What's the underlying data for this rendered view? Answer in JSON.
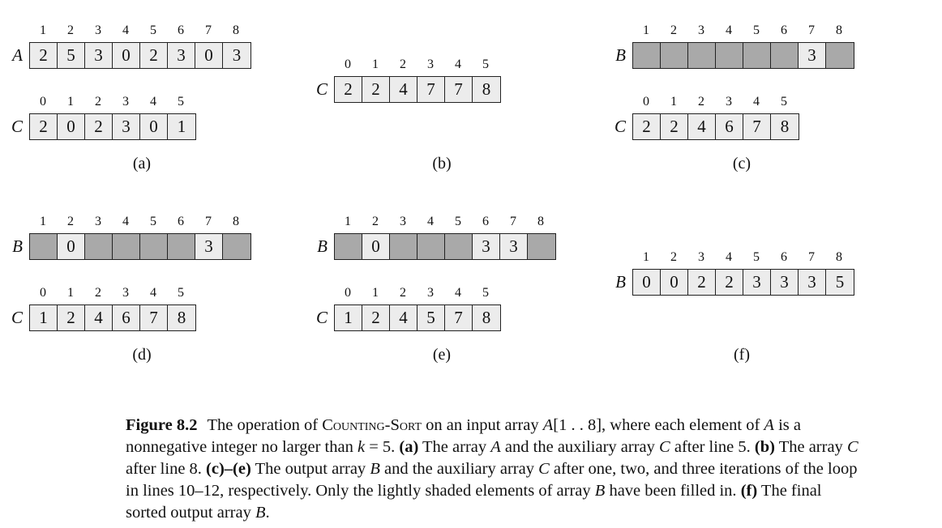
{
  "panels": [
    {
      "label": "(a)",
      "arrays": [
        {
          "name": "A",
          "indices": [
            "1",
            "2",
            "3",
            "4",
            "5",
            "6",
            "7",
            "8"
          ],
          "cells": [
            {
              "v": "2",
              "shade": "light"
            },
            {
              "v": "5",
              "shade": "light"
            },
            {
              "v": "3",
              "shade": "light"
            },
            {
              "v": "0",
              "shade": "light"
            },
            {
              "v": "2",
              "shade": "light"
            },
            {
              "v": "3",
              "shade": "light"
            },
            {
              "v": "0",
              "shade": "light"
            },
            {
              "v": "3",
              "shade": "light"
            }
          ]
        },
        {
          "name": "C",
          "indices": [
            "0",
            "1",
            "2",
            "3",
            "4",
            "5"
          ],
          "cells": [
            {
              "v": "2",
              "shade": "light"
            },
            {
              "v": "0",
              "shade": "light"
            },
            {
              "v": "2",
              "shade": "light"
            },
            {
              "v": "3",
              "shade": "light"
            },
            {
              "v": "0",
              "shade": "light"
            },
            {
              "v": "1",
              "shade": "light"
            }
          ]
        }
      ]
    },
    {
      "label": "(b)",
      "arrays": [
        {
          "name": "C",
          "indices": [
            "0",
            "1",
            "2",
            "3",
            "4",
            "5"
          ],
          "cells": [
            {
              "v": "2",
              "shade": "light"
            },
            {
              "v": "2",
              "shade": "light"
            },
            {
              "v": "4",
              "shade": "light"
            },
            {
              "v": "7",
              "shade": "light"
            },
            {
              "v": "7",
              "shade": "light"
            },
            {
              "v": "8",
              "shade": "light"
            }
          ]
        }
      ]
    },
    {
      "label": "(c)",
      "arrays": [
        {
          "name": "B",
          "indices": [
            "1",
            "2",
            "3",
            "4",
            "5",
            "6",
            "7",
            "8"
          ],
          "cells": [
            {
              "v": "",
              "shade": "dark"
            },
            {
              "v": "",
              "shade": "dark"
            },
            {
              "v": "",
              "shade": "dark"
            },
            {
              "v": "",
              "shade": "dark"
            },
            {
              "v": "",
              "shade": "dark"
            },
            {
              "v": "",
              "shade": "dark"
            },
            {
              "v": "3",
              "shade": "light"
            },
            {
              "v": "",
              "shade": "dark"
            }
          ]
        },
        {
          "name": "C",
          "indices": [
            "0",
            "1",
            "2",
            "3",
            "4",
            "5"
          ],
          "cells": [
            {
              "v": "2",
              "shade": "light"
            },
            {
              "v": "2",
              "shade": "light"
            },
            {
              "v": "4",
              "shade": "light"
            },
            {
              "v": "6",
              "shade": "light"
            },
            {
              "v": "7",
              "shade": "light"
            },
            {
              "v": "8",
              "shade": "light"
            }
          ]
        }
      ]
    },
    {
      "label": "(d)",
      "arrays": [
        {
          "name": "B",
          "indices": [
            "1",
            "2",
            "3",
            "4",
            "5",
            "6",
            "7",
            "8"
          ],
          "cells": [
            {
              "v": "",
              "shade": "dark"
            },
            {
              "v": "0",
              "shade": "light"
            },
            {
              "v": "",
              "shade": "dark"
            },
            {
              "v": "",
              "shade": "dark"
            },
            {
              "v": "",
              "shade": "dark"
            },
            {
              "v": "",
              "shade": "dark"
            },
            {
              "v": "3",
              "shade": "light"
            },
            {
              "v": "",
              "shade": "dark"
            }
          ]
        },
        {
          "name": "C",
          "indices": [
            "0",
            "1",
            "2",
            "3",
            "4",
            "5"
          ],
          "cells": [
            {
              "v": "1",
              "shade": "light"
            },
            {
              "v": "2",
              "shade": "light"
            },
            {
              "v": "4",
              "shade": "light"
            },
            {
              "v": "6",
              "shade": "light"
            },
            {
              "v": "7",
              "shade": "light"
            },
            {
              "v": "8",
              "shade": "light"
            }
          ]
        }
      ]
    },
    {
      "label": "(e)",
      "arrays": [
        {
          "name": "B",
          "indices": [
            "1",
            "2",
            "3",
            "4",
            "5",
            "6",
            "7",
            "8"
          ],
          "cells": [
            {
              "v": "",
              "shade": "dark"
            },
            {
              "v": "0",
              "shade": "light"
            },
            {
              "v": "",
              "shade": "dark"
            },
            {
              "v": "",
              "shade": "dark"
            },
            {
              "v": "",
              "shade": "dark"
            },
            {
              "v": "3",
              "shade": "light"
            },
            {
              "v": "3",
              "shade": "light"
            },
            {
              "v": "",
              "shade": "dark"
            }
          ]
        },
        {
          "name": "C",
          "indices": [
            "0",
            "1",
            "2",
            "3",
            "4",
            "5"
          ],
          "cells": [
            {
              "v": "1",
              "shade": "light"
            },
            {
              "v": "2",
              "shade": "light"
            },
            {
              "v": "4",
              "shade": "light"
            },
            {
              "v": "5",
              "shade": "light"
            },
            {
              "v": "7",
              "shade": "light"
            },
            {
              "v": "8",
              "shade": "light"
            }
          ]
        }
      ]
    },
    {
      "label": "(f)",
      "arrays": [
        {
          "name": "B",
          "indices": [
            "1",
            "2",
            "3",
            "4",
            "5",
            "6",
            "7",
            "8"
          ],
          "cells": [
            {
              "v": "0",
              "shade": "light"
            },
            {
              "v": "0",
              "shade": "light"
            },
            {
              "v": "2",
              "shade": "light"
            },
            {
              "v": "2",
              "shade": "light"
            },
            {
              "v": "3",
              "shade": "light"
            },
            {
              "v": "3",
              "shade": "light"
            },
            {
              "v": "3",
              "shade": "light"
            },
            {
              "v": "5",
              "shade": "light"
            }
          ]
        }
      ]
    }
  ],
  "colors": {
    "light_cell": "#ececec",
    "dark_cell": "#a9a9a9",
    "border": "#222222"
  },
  "caption": {
    "figure": "Figure 8.2",
    "t1": "The operation of ",
    "algo": "Counting-Sort",
    "t2": " on an input array ",
    "arrA": "A",
    "t3": "[1 . . 8], where each element of ",
    "arrA2": "A",
    "t4": " is a nonnegative integer no larger than ",
    "k": "k",
    "t5": " = 5. ",
    "a": "(a)",
    "t6": " The array ",
    "arrA3": "A",
    "t7": " and the auxiliary array ",
    "arrC": "C",
    "t8": " after line 5. ",
    "b": "(b)",
    "t9": " The array ",
    "arrC2": "C",
    "t10": " after line 8. ",
    "ce": "(c)–(e)",
    "t11": " The output array ",
    "arrB": "B",
    "t12": " and the auxiliary array ",
    "arrC3": "C",
    "t13": " after one, two, and three iterations of the loop in lines 10–12, respectively. Only the lightly shaded elements of array ",
    "arrB2": "B",
    "t14": " have been filled in. ",
    "f": "(f)",
    "t15": " The final sorted output array ",
    "arrB3": "B",
    "t16": "."
  }
}
